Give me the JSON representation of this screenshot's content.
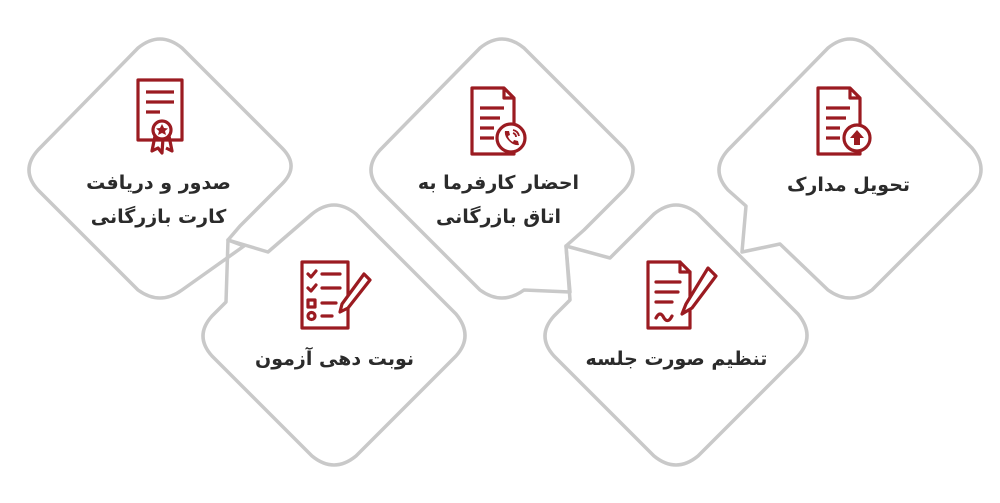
{
  "steps": [
    {
      "id": "delivery",
      "label": "تحویل مدارک",
      "icon": "document-upload-icon"
    },
    {
      "id": "minutes",
      "label": "تنظیم صورت جلسه",
      "icon": "document-sign-icon"
    },
    {
      "id": "summon",
      "label": "احضار کارفرما به\nاتاق بازرگانی",
      "icon": "document-phone-icon"
    },
    {
      "id": "appointment",
      "label": "نوبت دهی آزمون",
      "icon": "checklist-pen-icon"
    },
    {
      "id": "card",
      "label": "صدور و دریافت\nکارت بازرگانی",
      "icon": "certificate-icon"
    }
  ],
  "colors": {
    "accent": "#9b1b21",
    "frame": "#c7c7c7",
    "frame_fill": "#ffffff"
  }
}
